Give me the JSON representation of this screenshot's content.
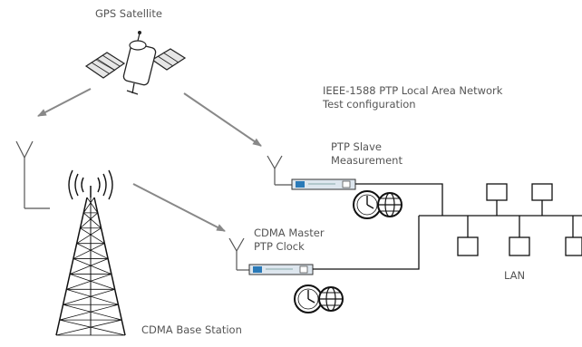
{
  "labels": {
    "gps_satellite": "GPS Satellite",
    "network_title_line1": "IEEE-1588 PTP Local Area Network",
    "network_title_line2": "Test configuration",
    "ptp_slave_line1": "PTP Slave",
    "ptp_slave_line2": "Measurement",
    "cdma_master_line1": "CDMA Master",
    "cdma_master_line2": "PTP  Clock",
    "lan": "LAN",
    "cdma_base_station": "CDMA Base Station"
  },
  "icons": [
    "satellite-icon",
    "antenna-icon",
    "cell-tower-icon",
    "rack-device-icon",
    "clock-icon",
    "globe-icon",
    "lan-node-icon"
  ],
  "colors": {
    "line": "#000000",
    "arrow": "#888888",
    "text": "#555555",
    "device_body": "#dde6ee",
    "device_accent": "#2a7ab8"
  }
}
